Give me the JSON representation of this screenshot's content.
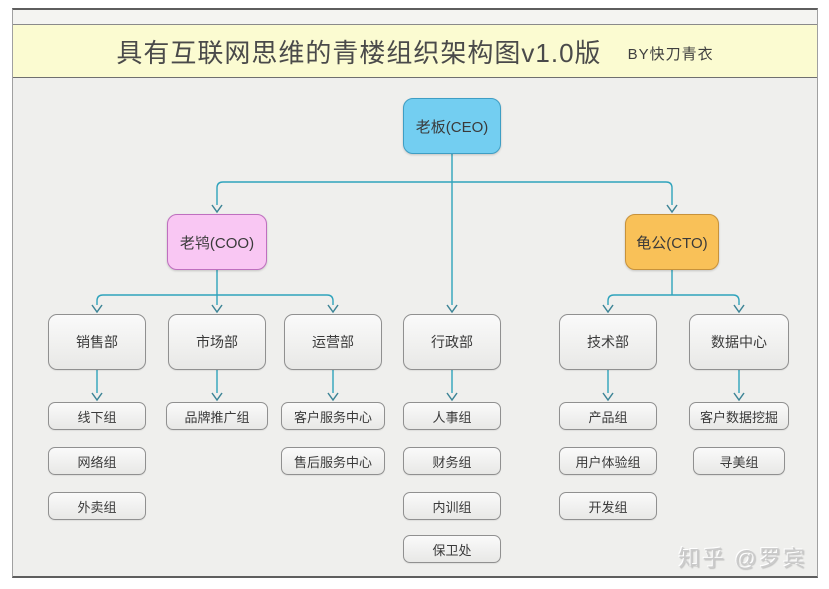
{
  "header": {
    "title": "具有互联网思维的青楼组织架构图v1.0版",
    "byline": "BY快刀青衣"
  },
  "watermark": "知乎 @罗宾",
  "colors": {
    "line": "#2fa3bc",
    "arrow": "#3d8496",
    "ceo_fill": "#73cef1",
    "coo_fill": "#f9c7f3",
    "cto_fill": "#f9c158",
    "title_band": "#fbfbd1"
  },
  "org": {
    "root": {
      "id": "ceo",
      "label": "老板(CEO)"
    },
    "executives": [
      {
        "id": "coo",
        "label": "老鸨(COO)"
      },
      {
        "id": "cto",
        "label": "龟公(CTO)"
      }
    ],
    "departments": [
      {
        "id": "sales",
        "label": "销售部",
        "parent": "coo",
        "groups": [
          "线下组",
          "网络组",
          "外卖组"
        ]
      },
      {
        "id": "marketing",
        "label": "市场部",
        "parent": "coo",
        "groups": [
          "品牌推广组"
        ]
      },
      {
        "id": "operations",
        "label": "运营部",
        "parent": "coo",
        "groups": [
          "客户服务中心",
          "售后服务中心"
        ]
      },
      {
        "id": "admin",
        "label": "行政部",
        "parent": "ceo",
        "groups": [
          "人事组",
          "财务组",
          "内训组",
          "保卫处"
        ]
      },
      {
        "id": "tech",
        "label": "技术部",
        "parent": "cto",
        "groups": [
          "产品组",
          "用户体验组",
          "开发组"
        ]
      },
      {
        "id": "datacenter",
        "label": "数据中心",
        "parent": "cto",
        "groups": [
          "客户数据挖掘",
          "寻美组"
        ]
      }
    ]
  }
}
